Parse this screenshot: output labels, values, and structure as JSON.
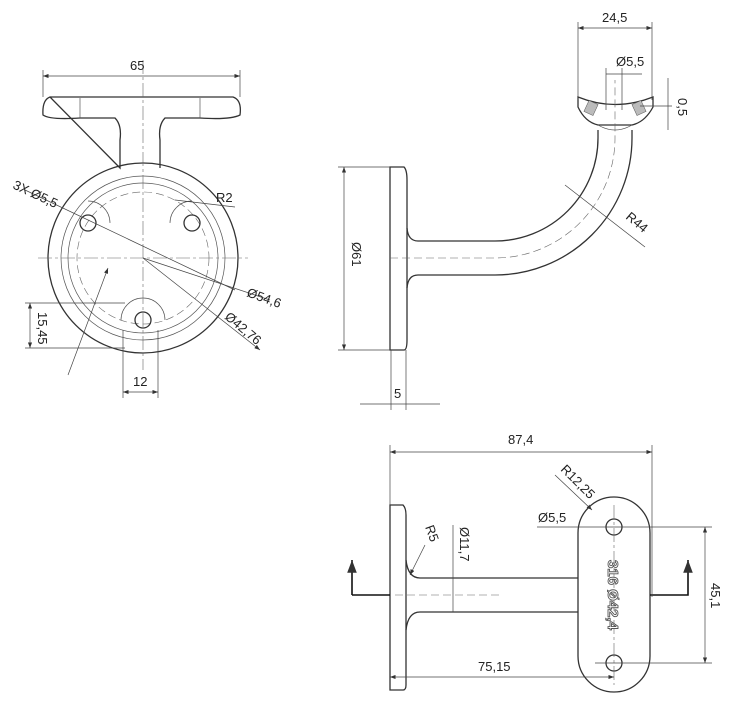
{
  "front_view": {
    "width_dim": "65",
    "holes_dim": "3X Ø5,5",
    "radius_dim": "R2",
    "outer_dia_dim": "Ø54,6",
    "inner_dia_dim": "Ø42,76",
    "offset_dim": "15,45",
    "slot_dim": "12"
  },
  "side_view": {
    "saddle_width_dim": "24,5",
    "hole_dia_dim": "Ø5,5",
    "depth_dim": "0,5",
    "bend_radius_dim": "R44",
    "base_dia_dim": "Ø61",
    "base_thickness_dim": "5"
  },
  "top_view": {
    "overall_length_dim": "87,4",
    "saddle_radius_dim": "R12,25",
    "hole_dia_dim": "Ø5,5",
    "fillet_dim": "R5",
    "pipe_dia_dim": "Ø11,7",
    "hole_spacing_dim": "45,1",
    "reach_dim": "75,15",
    "engraving": "316 Ø42,4"
  }
}
